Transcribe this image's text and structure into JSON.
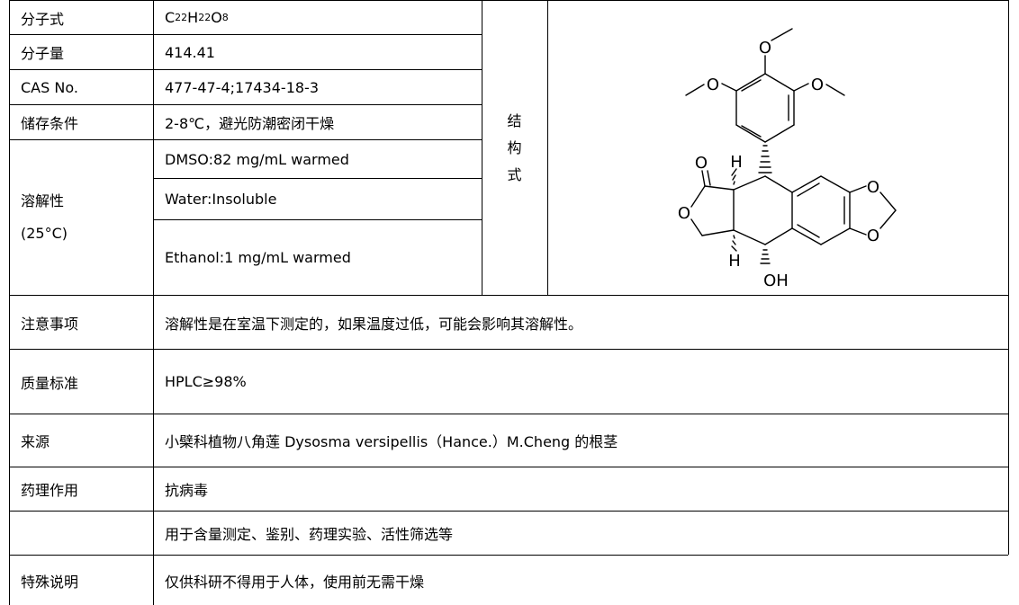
{
  "basic": {
    "formula_label": "分子式",
    "formula_parts": {
      "c": "C",
      "c_n": "22",
      "h": "H",
      "h_n": "22",
      "o": "O",
      "o_n": "8"
    },
    "weight_label": "分子量",
    "weight_value": "414.41",
    "cas_label": "CAS No.",
    "cas_value": "477-47-4;17434-18-3",
    "storage_label": "储存条件",
    "storage_value": "2-8℃，避光防潮密闭干燥",
    "solubility_label_line1": "溶解性",
    "solubility_label_line2": "(25°C)",
    "solubility_values": [
      "DMSO:82 mg/mL warmed",
      "Water:Insoluble",
      "Ethanol:1 mg/mL warmed"
    ]
  },
  "structure": {
    "label_chars": [
      "结",
      "构",
      "式"
    ],
    "atoms": {
      "o": "O",
      "h": "H",
      "oh": "OH"
    }
  },
  "rows": [
    {
      "label": "注意事项",
      "value": "溶解性是在室温下测定的，如果温度过低，可能会影响其溶解性。"
    },
    {
      "label": "质量标准",
      "value": "HPLC≥98%"
    },
    {
      "label": "来源",
      "value": "小檗科植物八角莲 Dysosma versipellis（Hance.）M.Cheng 的根茎"
    },
    {
      "label": "药理作用",
      "value": "抗病毒"
    },
    {
      "label": "",
      "value": "用于含量测定、鉴别、药理实验、活性筛选等"
    },
    {
      "label": "特殊说明",
      "value": "仅供科研不得用于人体，使用前无需干燥"
    }
  ]
}
